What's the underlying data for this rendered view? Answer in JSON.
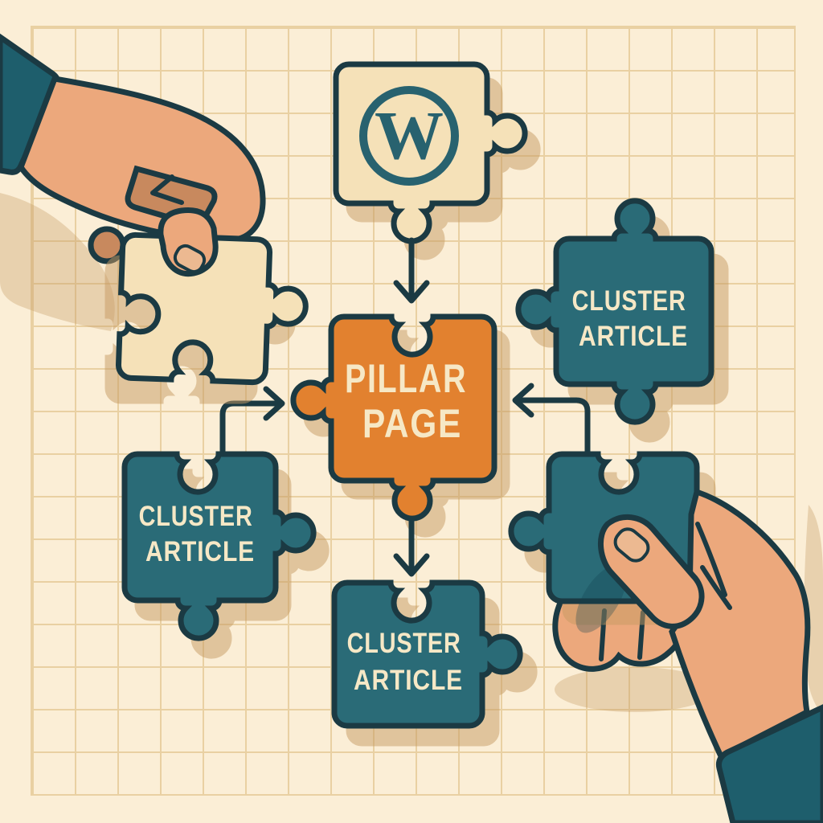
{
  "title": "WordPress pillar page and cluster articles puzzle diagram",
  "palette": {
    "background": "#FBEED6",
    "grid_line": "#E9D0A2",
    "outline": "#1B3A43",
    "teal_piece": "#2A6B77",
    "orange_piece": "#E2812F",
    "cream_piece": "#F5E1B8",
    "label_text": "#F6E8C6",
    "wordpress_logo": "#28626F",
    "skin": "#ECA87C",
    "skin_shade": "#C8895E",
    "sleeve": "#1E5E6C",
    "shadow": "#C79B63"
  },
  "nodes": {
    "wordpress": {
      "icon": "wordpress-logo",
      "monogram": "W"
    },
    "pillar_page": {
      "line1": "PILLAR",
      "line2": "PAGE"
    },
    "cluster_top_right": {
      "line1": "CLUSTER",
      "line2": "ARTICLE"
    },
    "cluster_left": {
      "line1": "CLUSTER",
      "line2": "ARTICLE"
    },
    "cluster_bottom": {
      "line1": "CLUSTER",
      "line2": "ARTICLE"
    }
  },
  "connections": [
    {
      "from": "wordpress",
      "to": "pillar_page",
      "direction": "down"
    },
    {
      "from": "cluster_left",
      "to": "pillar_page",
      "direction": "right"
    },
    {
      "from": "held_piece_right",
      "to": "pillar_page",
      "direction": "left"
    },
    {
      "from": "pillar_page",
      "to": "cluster_bottom",
      "direction": "down"
    }
  ]
}
